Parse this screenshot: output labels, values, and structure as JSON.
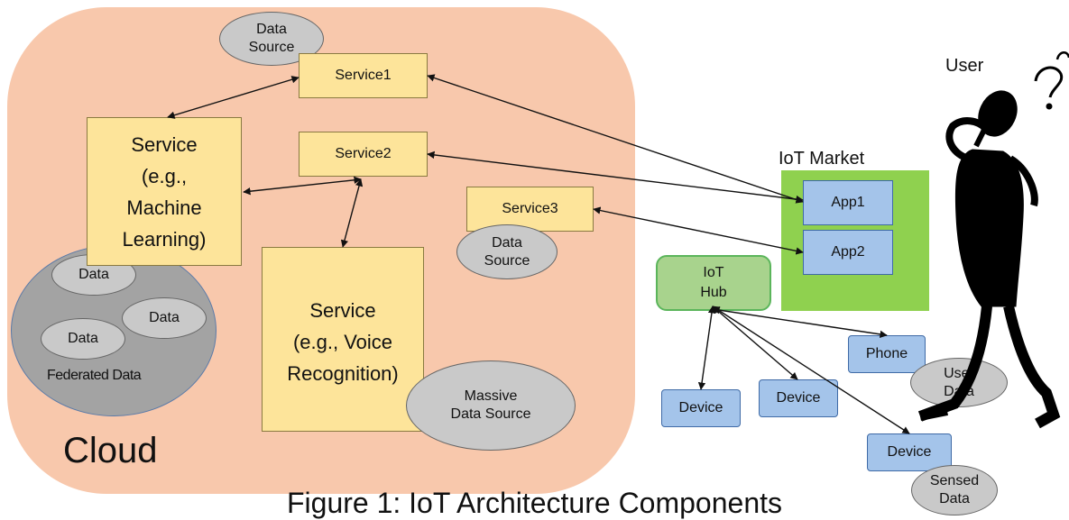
{
  "cloud": {
    "label": "Cloud"
  },
  "services": {
    "service1": "Service1",
    "service2": "Service2",
    "service3": "Service3",
    "ml": "Service\n(e.g.,\nMachine\nLearning)",
    "voice": "Service\n(e.g., Voice\nRecognition)"
  },
  "data_sources": {
    "top": "Data\nSource",
    "service3": "Data\nSource",
    "massive": "Massive\nData Source"
  },
  "federated": {
    "label": "Federated Data",
    "items": [
      "Data",
      "Data",
      "Data"
    ]
  },
  "market": {
    "label": "IoT Market",
    "apps": [
      "App1",
      "App2"
    ]
  },
  "hub": {
    "label": "IoT\nHub"
  },
  "devices": {
    "device1": "Device",
    "device2": "Device",
    "device3": "Device",
    "phone": "Phone",
    "user_data": "User\nData",
    "sensed_data": "Sensed\nData"
  },
  "user": {
    "label": "User"
  },
  "caption": "Figure 1: IoT Architecture Components",
  "colors": {
    "cloud": "#f8c8ac",
    "service": "#fde49a",
    "data_ellipse": "#c9c9c9",
    "federated": "#a3a3a3",
    "market": "#8fd14f",
    "app_device": "#a4c4ea",
    "hub": "#a8d38d"
  },
  "icons": {
    "user": "thinking-person-silhouette-icon"
  }
}
